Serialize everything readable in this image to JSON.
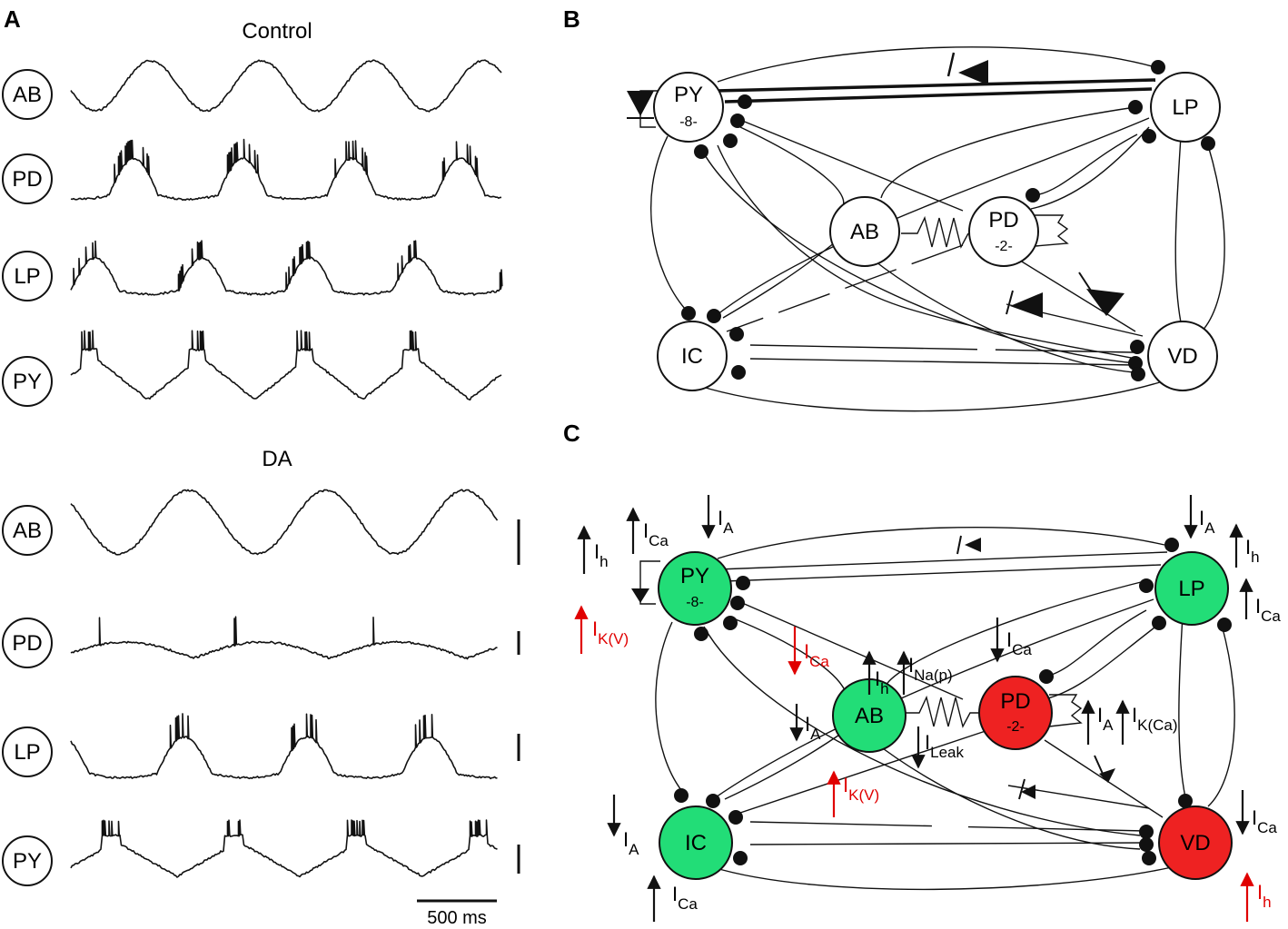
{
  "panels": {
    "a": "A",
    "b": "B",
    "c": "C"
  },
  "panel_a": {
    "control_label": "Control",
    "da_label": "DA",
    "scale_bar_label": "500 ms",
    "control_traces": [
      "AB",
      "PD",
      "LP",
      "PY"
    ],
    "da_traces": [
      "AB",
      "PD",
      "LP",
      "PY"
    ]
  },
  "neurons": {
    "py": {
      "name": "PY",
      "count": "-8-"
    },
    "lp": {
      "name": "LP"
    },
    "ab": {
      "name": "AB"
    },
    "pd": {
      "name": "PD",
      "count": "-2-"
    },
    "ic": {
      "name": "IC"
    },
    "vd": {
      "name": "VD"
    }
  },
  "panel_c": {
    "fill_increase": "#22dd77",
    "fill_decrease": "#ee2222",
    "highlight_color": "#e00000",
    "currents": {
      "py_h": {
        "base": "I",
        "sub": "h"
      },
      "py_ca": {
        "base": "I",
        "sub": "Ca"
      },
      "py_a": {
        "base": "I",
        "sub": "A"
      },
      "py_kv": {
        "base": "I",
        "sub": "K(V)"
      },
      "lp_a": {
        "base": "I",
        "sub": "A"
      },
      "lp_h": {
        "base": "I",
        "sub": "h"
      },
      "lp_ca": {
        "base": "I",
        "sub": "Ca"
      },
      "ab_ca_red": {
        "base": "I",
        "sub": "Ca"
      },
      "ab_h": {
        "base": "I",
        "sub": "h"
      },
      "ab_nap": {
        "base": "I",
        "sub": "Na(p)"
      },
      "ab_a": {
        "base": "I",
        "sub": "A"
      },
      "ab_leak": {
        "base": "I",
        "sub": "Leak"
      },
      "ab_kv": {
        "base": "I",
        "sub": "K(V)"
      },
      "pd_ca": {
        "base": "I",
        "sub": "Ca"
      },
      "pd_a": {
        "base": "I",
        "sub": "A"
      },
      "pd_kca": {
        "base": "I",
        "sub": "K(Ca)"
      },
      "ic_a": {
        "base": "I",
        "sub": "A"
      },
      "ic_ca": {
        "base": "I",
        "sub": "Ca"
      },
      "vd_ca": {
        "base": "I",
        "sub": "Ca"
      },
      "vd_h": {
        "base": "I",
        "sub": "h"
      }
    }
  }
}
